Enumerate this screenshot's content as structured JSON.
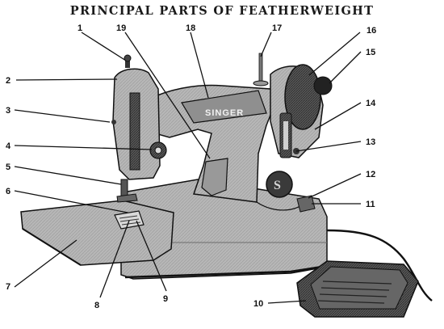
{
  "title": "PRINCIPAL PARTS OF FEATHERWEIGHT",
  "brand": "SINGER",
  "labels": [
    "1",
    "2",
    "3",
    "4",
    "5",
    "6",
    "7",
    "8",
    "9",
    "10",
    "11",
    "12",
    "13",
    "14",
    "15",
    "16",
    "17",
    "18",
    "19"
  ],
  "colors": {
    "line": "#111111",
    "machine_body": "#b9b9b9",
    "shadow": "#7e7e7e",
    "dark": "#2a2a2a",
    "paper": "#ffffff"
  }
}
